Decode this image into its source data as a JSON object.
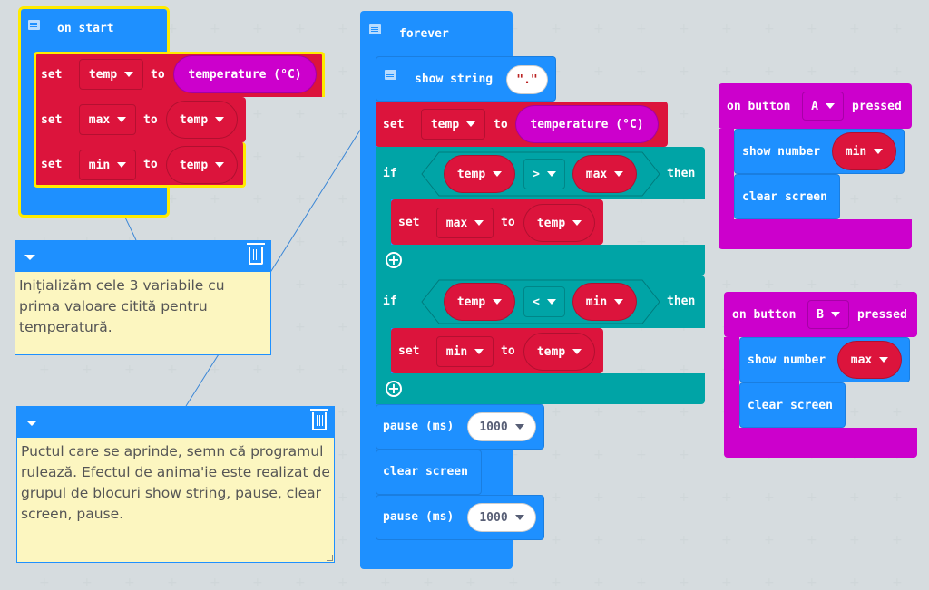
{
  "on_start": {
    "label": "on start",
    "statements": [
      {
        "keyword": "set",
        "variable": "temp",
        "to": "to",
        "value": "temperature (°C)"
      },
      {
        "keyword": "set",
        "variable": "max",
        "to": "to",
        "value": "temp"
      },
      {
        "keyword": "set",
        "variable": "min",
        "to": "to",
        "value": "temp"
      }
    ]
  },
  "forever": {
    "label": "forever",
    "show_string": {
      "label": "show string",
      "value": "\".\""
    },
    "set_temp": {
      "keyword": "set",
      "variable": "temp",
      "to": "to",
      "value": "temperature (°C)"
    },
    "if_max": {
      "keyword": "if",
      "left": "temp",
      "op": ">",
      "right": "max",
      "then": "then",
      "body": {
        "keyword": "set",
        "variable": "max",
        "to": "to",
        "value": "temp"
      }
    },
    "if_min": {
      "keyword": "if",
      "left": "temp",
      "op": "<",
      "right": "min",
      "then": "then",
      "body": {
        "keyword": "set",
        "variable": "min",
        "to": "to",
        "value": "temp"
      }
    },
    "pause1": {
      "label": "pause (ms)",
      "value": "1000"
    },
    "clear": {
      "label": "clear screen"
    },
    "pause2": {
      "label": "pause (ms)",
      "value": "1000"
    }
  },
  "button_a": {
    "on": "on button",
    "button": "A",
    "pressed": "pressed",
    "show_number": "show number",
    "value": "min",
    "clear": "clear screen"
  },
  "button_b": {
    "on": "on button",
    "button": "B",
    "pressed": "pressed",
    "show_number": "show number",
    "value": "max",
    "clear": "clear screen"
  },
  "comments": [
    {
      "text": "Inițializăm cele 3 variabile cu prima valoare citită pentru temperatură."
    },
    {
      "text": "Puctul care se aprinde, semn că programul rulează. Efectul de anima'ie este realizat de grupul de blocuri show string, pause, clear screen, pause."
    }
  ],
  "colors": {
    "basic": "#1e90ff",
    "variables": "#dc143c",
    "logic": "#00a4a6",
    "input": "#cc00cc",
    "comment_bg": "#fcf6c0",
    "selection": "#ffff00"
  }
}
